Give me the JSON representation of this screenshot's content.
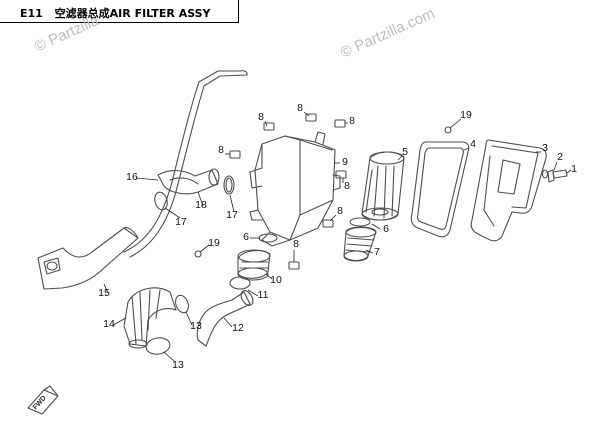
{
  "header": {
    "code": "E11",
    "title_cn": "空滤器总成",
    "title_en": "AIR FILTER ASSY"
  },
  "watermarks": [
    "© Partzilla",
    "© Partzilla.com"
  ],
  "fwd_label": "FWD",
  "callouts": [
    "1",
    "2",
    "3",
    "4",
    "5",
    "6",
    "6",
    "7",
    "8",
    "8",
    "8",
    "8",
    "8",
    "8",
    "8",
    "9",
    "10",
    "11",
    "12",
    "13",
    "13",
    "14",
    "15",
    "16",
    "17",
    "17",
    "18",
    "19",
    "19"
  ],
  "colors": {
    "line": "#222222",
    "parts": "#4d4d4d",
    "watermark": "#bdbdbd",
    "background": "#ffffff"
  }
}
